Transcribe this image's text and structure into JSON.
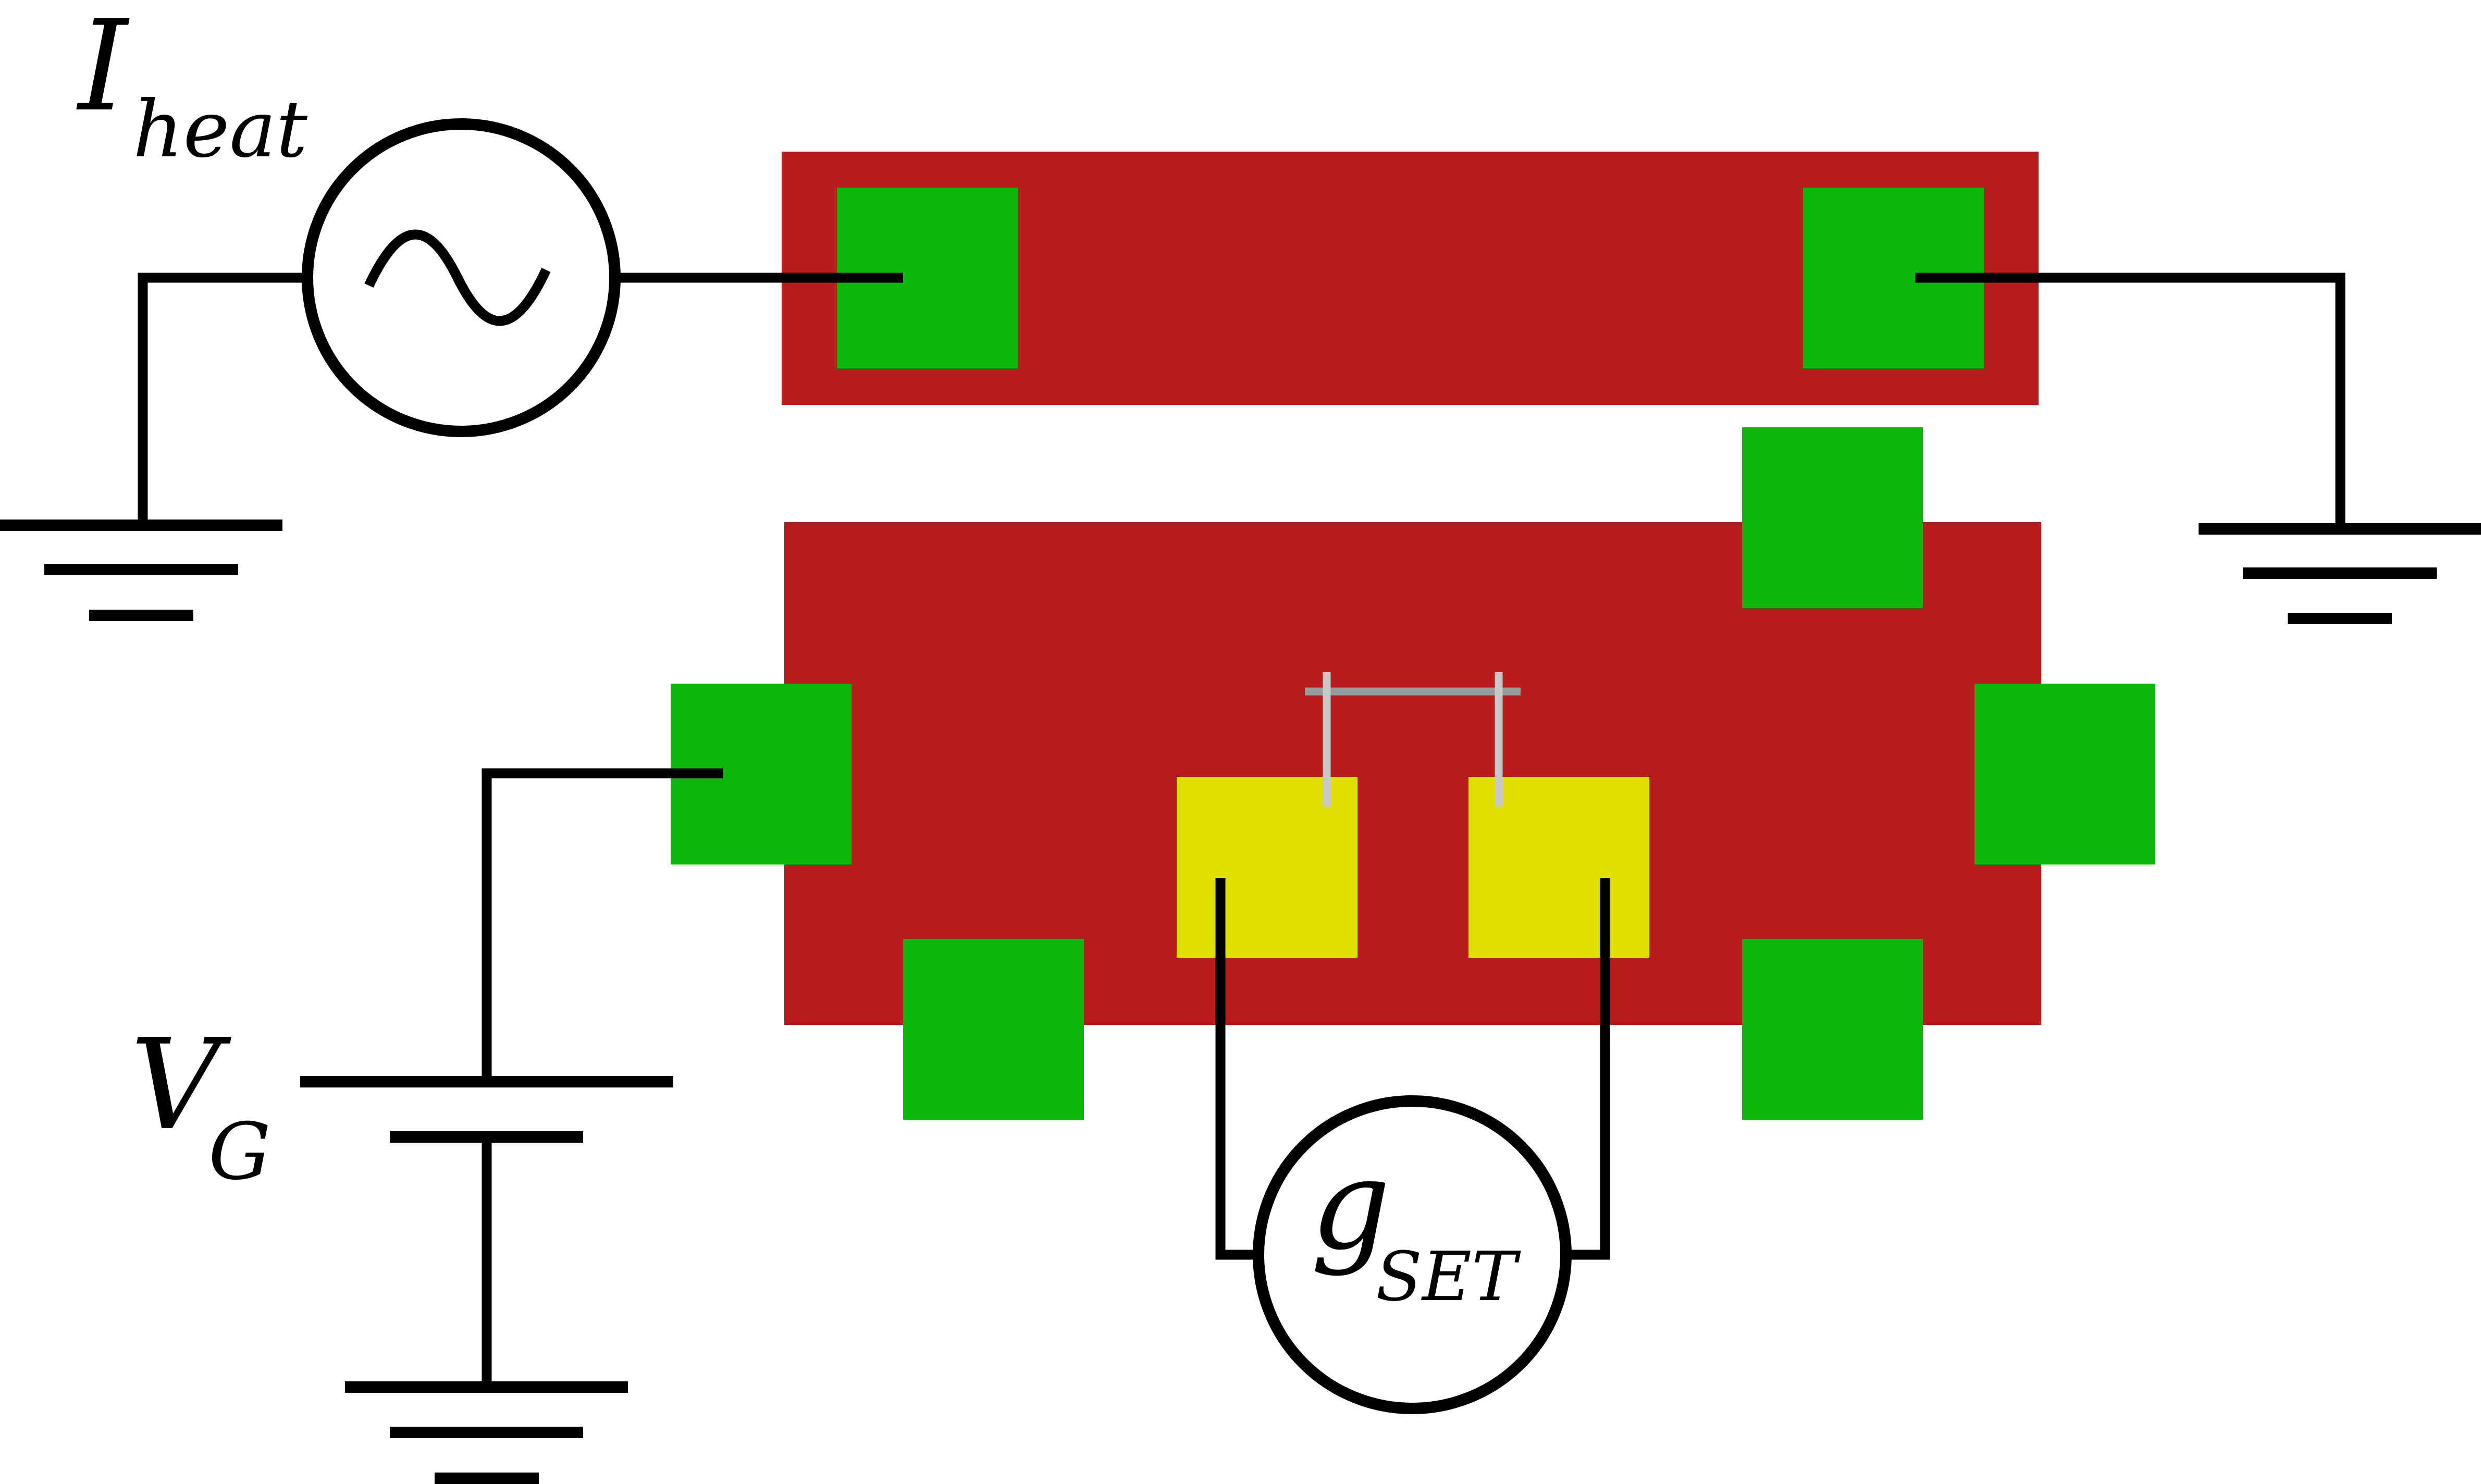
{
  "labels": {
    "source_main": "I",
    "source_sub": "heat",
    "gate_main": "V",
    "gate_sub": "G",
    "meter_main": "g",
    "meter_sub": "SET"
  },
  "colors": {
    "substrate": "#b91c1c",
    "contact_pad": "#0bb80b",
    "island_pad": "#dfe000",
    "wire": "#000000",
    "junction": "#9a9a9a",
    "background": "#ffffff"
  },
  "icons": {
    "source": "ac-source-icon",
    "ground": "ground-icon",
    "battery": "battery-icon",
    "meter": "meter-icon"
  }
}
